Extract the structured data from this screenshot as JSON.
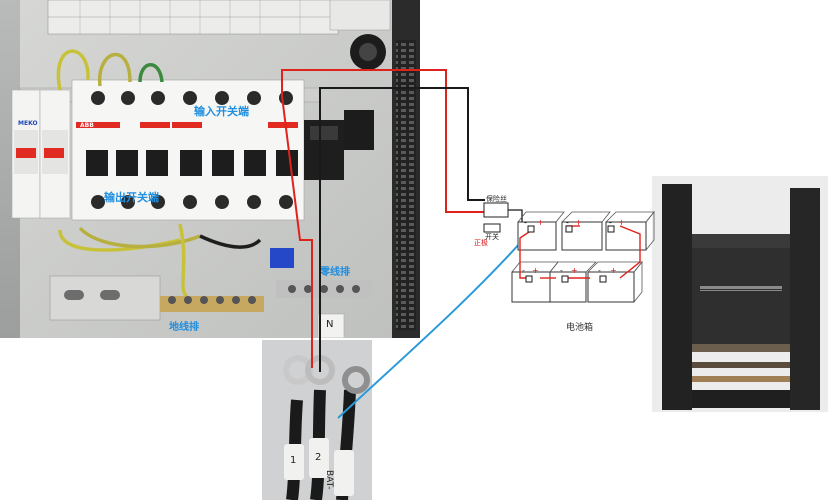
{
  "panel_photo": {
    "input_switch_label": "输入开关端",
    "output_switch_label": "输出开关端",
    "neutral_bar_label": "零线排",
    "ground_bar_label": "地线排",
    "n_label": "N",
    "breaker_brand": "ABB",
    "spd_brand": "MEKO"
  },
  "cable_photo": {
    "cable_labels": [
      "1",
      "2",
      "BAT-"
    ]
  },
  "battery_diagram": {
    "fuse_label": "保险丝",
    "switch_label": "开关",
    "positive_label": "正极",
    "battery_box_label": "电池箱",
    "terminal_signs": [
      "+",
      "-"
    ]
  },
  "colors": {
    "wire_red": "#e0221c",
    "wire_black": "#1a1a1a",
    "wire_blue": "#2a9bd8",
    "label_blue": "#1f8fe0",
    "label_red": "#d4141a"
  }
}
